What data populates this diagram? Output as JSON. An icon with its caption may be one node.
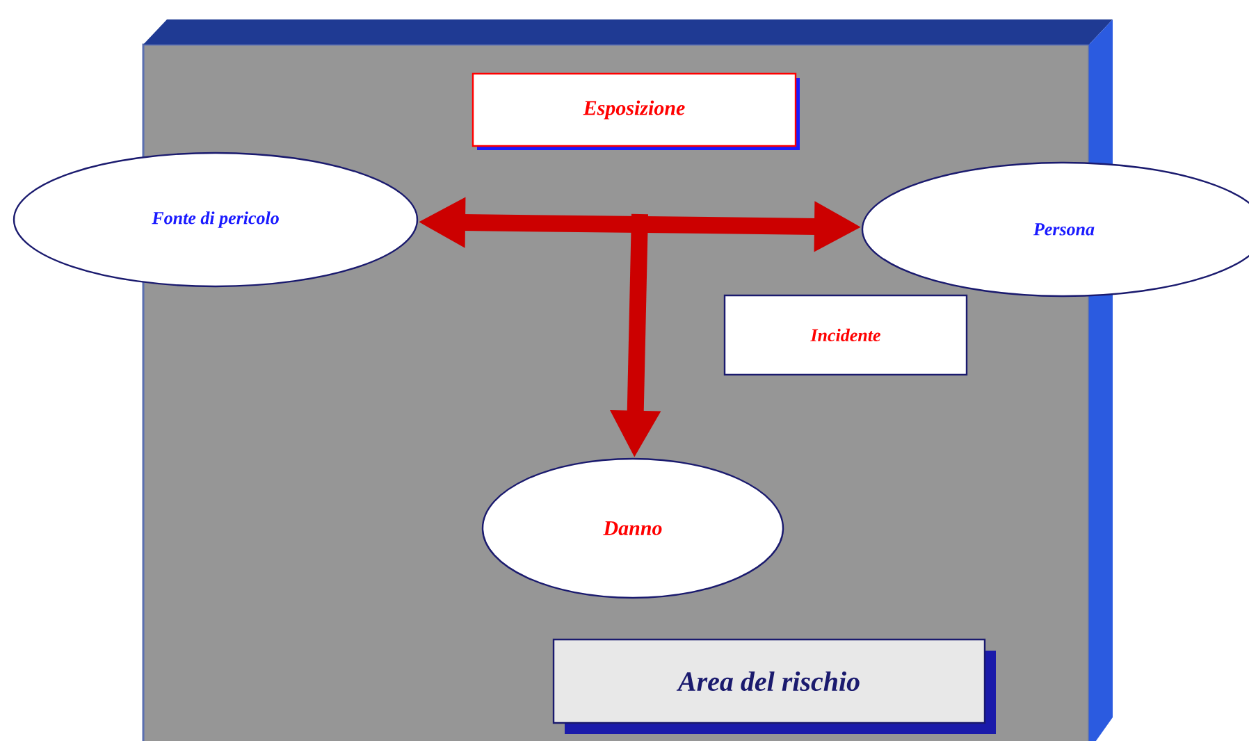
{
  "diagram": {
    "nodes": [
      {
        "text": [
          "Fonte di pericolo"
        ]
      },
      {
        "text": [
          "Esposizione"
        ]
      },
      {
        "text": [
          "Persona"
        ]
      },
      {
        "text": [
          "Incidente"
        ]
      },
      {
        "text": [
          "Danno"
        ]
      },
      {
        "text": [
          "Area del rischio"
        ]
      }
    ],
    "edges": [
      {
        "from": 0,
        "to": 2,
        "arrow": "both",
        "color": "#cc0000"
      },
      {
        "from": null,
        "to": 4,
        "arrow": "to",
        "color": "#cc0000"
      }
    ]
  }
}
